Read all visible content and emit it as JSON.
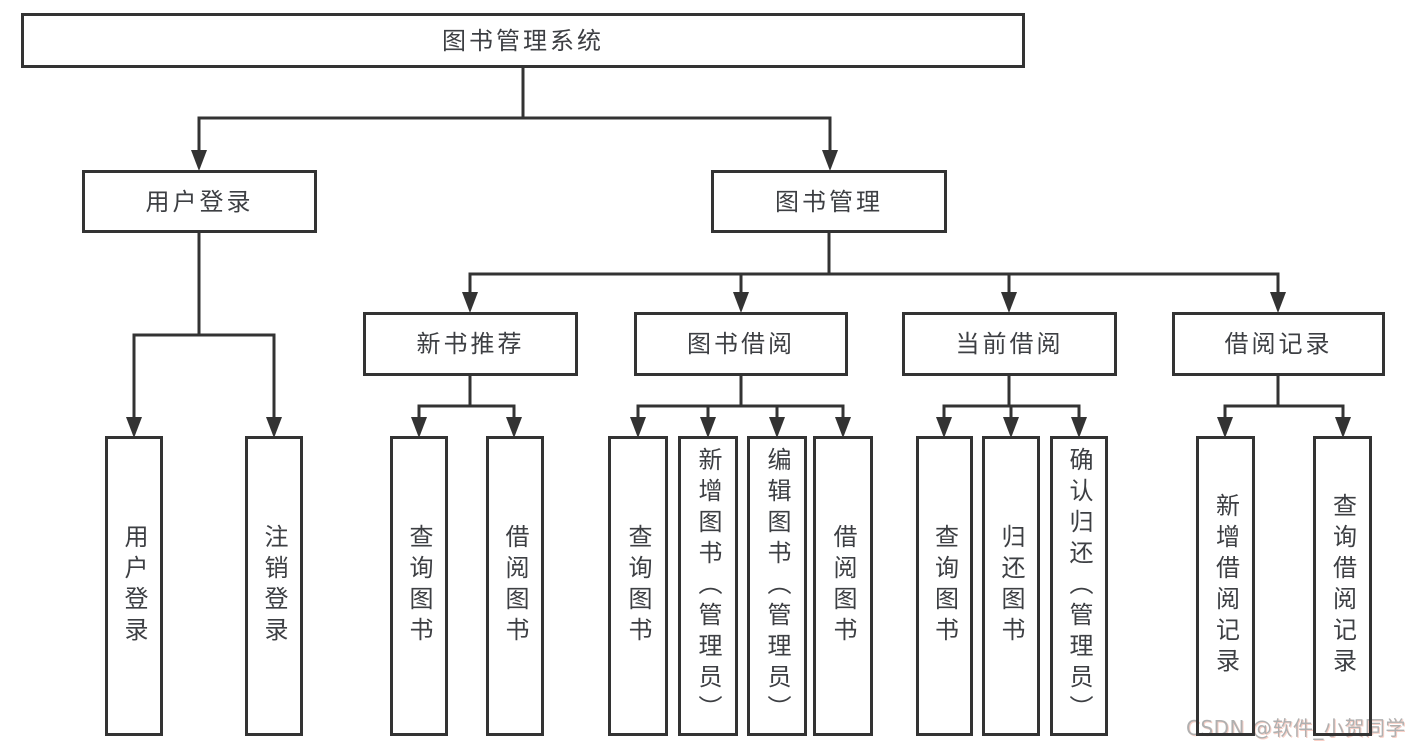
{
  "tree": {
    "label": "图书管理系统",
    "children": [
      {
        "label": "用户登录",
        "children": [
          {
            "label": "用户登录"
          },
          {
            "label": "注销登录"
          }
        ]
      },
      {
        "label": "图书管理",
        "children": [
          {
            "label": "新书推荐",
            "children": [
              {
                "label": "查询图书"
              },
              {
                "label": "借阅图书"
              }
            ]
          },
          {
            "label": "图书借阅",
            "children": [
              {
                "label": "查询图书"
              },
              {
                "label": "新增图书（管理员）"
              },
              {
                "label": "编辑图书（管理员）"
              },
              {
                "label": "借阅图书"
              }
            ]
          },
          {
            "label": "当前借阅",
            "children": [
              {
                "label": "查询图书"
              },
              {
                "label": "归还图书"
              },
              {
                "label": "确认归还（管理员）"
              }
            ]
          },
          {
            "label": "借阅记录",
            "children": [
              {
                "label": "新增借阅记录"
              },
              {
                "label": "查询借阅记录"
              }
            ]
          }
        ]
      }
    ]
  },
  "watermark": {
    "text": "CSDN @软件_小贺同学",
    "color": "#b0b0b0",
    "accent_tint": "#eb785f"
  },
  "colors": {
    "border": "#333333",
    "line": "#333333",
    "text": "#3d3f43",
    "background": "#ffffff"
  }
}
